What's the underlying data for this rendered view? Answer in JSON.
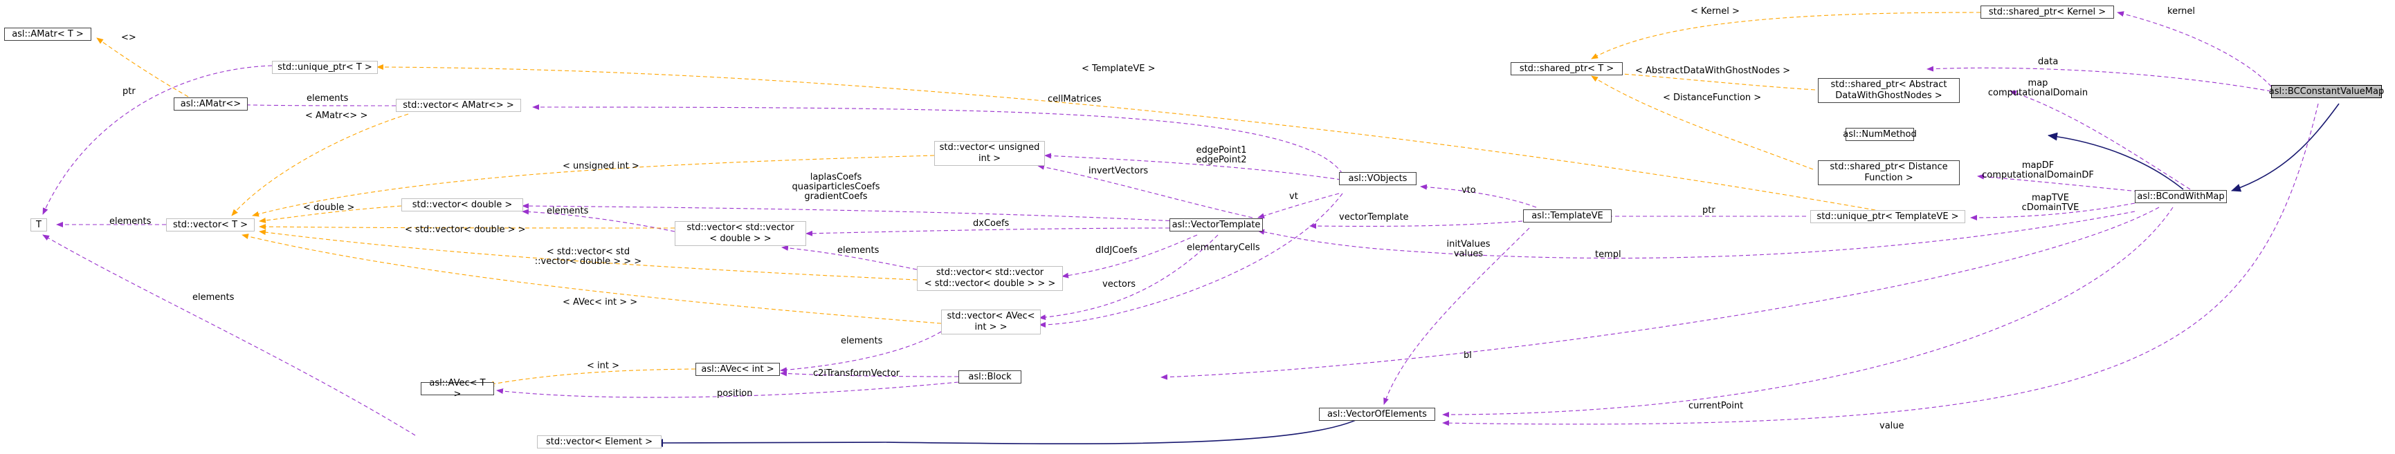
{
  "colors": {
    "usage_edge": "#9a32cd",
    "template_edge": "#ffa500",
    "inheritance_edge": "#191970",
    "focus_fill": "#bfbfbf",
    "node_border": "#404040",
    "undoc_border": "#bfbfbf"
  },
  "nodes": {
    "bcconstantvaluemap": "asl::BCConstantValueMap",
    "bcondwithmap": "asl::BCondWithMap",
    "nummethod": "asl::NumMethod",
    "shared_ptr_kernel": "std::shared_ptr< Kernel >",
    "shared_ptr_t": "std::shared_ptr< T >",
    "shared_ptr_abstract": "std::shared_ptr< Abstract\nDataWithGhostNodes >",
    "shared_ptr_distance": "std::shared_ptr< Distance\nFunction >",
    "unique_ptr_templateve": "std::unique_ptr< TemplateVE >",
    "templateve": "asl::TemplateVE",
    "vobjects": "asl::VObjects",
    "vectortemplate": "asl::VectorTemplate",
    "vectorofelements": "asl::VectorOfElements",
    "block": "asl::Block",
    "vector_element": "std::vector< Element >",
    "avec_int": "asl::AVec< int >",
    "avec_t": "asl::AVec< T >",
    "vector_avec_int": "std::vector< AVec<\nint > >",
    "vector_vector_vector_double": "std::vector< std::vector\n< std::vector< double > > >",
    "vector_vector_double": "std::vector< std::vector\n< double > >",
    "vector_double": "std::vector< double >",
    "vector_unsigned_int": "std::vector< unsigned\nint >",
    "vector_t": "std::vector< T >",
    "t": "T",
    "vector_amatr": "std::vector< AMatr<> >",
    "amatr": "asl::AMatr<>",
    "amatr_t": "asl::AMatr< T >",
    "unique_ptr_t": "std::unique_ptr< T >"
  },
  "edge_labels": {
    "kernel": "kernel",
    "data": "data",
    "map": "map\ncomputationalDomain",
    "mapdf": "mapDF\ncomputationalDomainDF",
    "maptve": "mapTVE\ncDomainTVE",
    "templ": "templ",
    "bl": "bl",
    "currentpoint": "currentPoint",
    "value": "value",
    "ptr_templateve": "ptr",
    "vectortemplate": "vectorTemplate",
    "vto": "vto",
    "initvalues": "initValues\nvalues",
    "vt": "vt",
    "cellmatrices": "cellMatrices",
    "edgepoint": "edgePoint1\nedgePoint2",
    "invertvectors": "invertVectors",
    "laplas": "laplasCoefs\nquasiparticlesCoefs\ngradientCoefs",
    "dxcoefs": "dxCoefs",
    "dxdjcoefs": "dIdJCoefs",
    "vectors": "vectors",
    "elementarycells": "elementaryCells",
    "elements_avec": "elements",
    "c2itransform": "c2iTransformVector",
    "position": "position",
    "elements_vvd": "elements",
    "elements_vd": "elements",
    "elements_t": "elements",
    "elements_amatr": "elements",
    "elements_long": "elements",
    "ptr_t": "ptr",
    "tmpl_kernel": "< Kernel >",
    "tmpl_abstract": "< AbstractDataWithGhostNodes >",
    "tmpl_distance": "< DistanceFunction >",
    "tmpl_templateve": "< TemplateVE >",
    "tmpl_amatr": "< AMatr<> >",
    "tmpl_empty": "<>",
    "tmpl_unsigned": "< unsigned int >",
    "tmpl_double": "< double >",
    "tmpl_std_vector_double": "< std::vector< double > >",
    "tmpl_vvd": "< std::vector< std\n::vector< double > > >",
    "tmpl_avec_int": "< AVec< int > >",
    "tmpl_int": "< int >"
  }
}
